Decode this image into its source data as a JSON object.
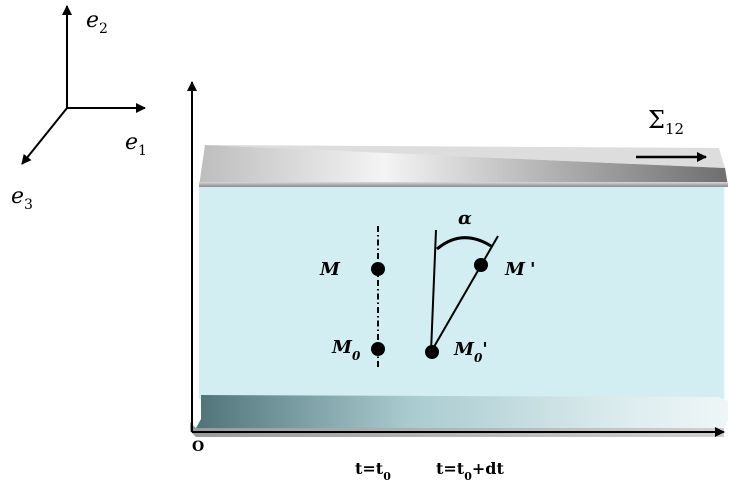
{
  "axes_triad": {
    "e1": {
      "base": "e",
      "sub": "1"
    },
    "e2": {
      "base": "e",
      "sub": "2"
    },
    "e3": {
      "base": "e",
      "sub": "3"
    }
  },
  "shear": {
    "base": "Σ",
    "sub": "12"
  },
  "angle_label": "α",
  "points": {
    "M": {
      "base": "M",
      "sub": ""
    },
    "M0": {
      "base": "M",
      "sub": "0"
    },
    "M_prime": {
      "base": "M",
      "sub": "",
      "prime": "'"
    },
    "M0_prime": {
      "base": "M",
      "sub": "0",
      "prime": "'"
    }
  },
  "origin_label": "O",
  "time_labels": {
    "t0": {
      "base": "t=t",
      "sub": "0"
    },
    "t0dt": {
      "base": "t=t",
      "sub": "0",
      "tail": "+dt"
    }
  },
  "colors": {
    "fluid": "#d2eef2",
    "top_plate_light": "#f2f2f2",
    "top_plate_dark": "#7a7a7a",
    "bottom_plate_light": "#b9d7dc",
    "bottom_plate_dark": "#5e8288",
    "ink": "#000000"
  }
}
